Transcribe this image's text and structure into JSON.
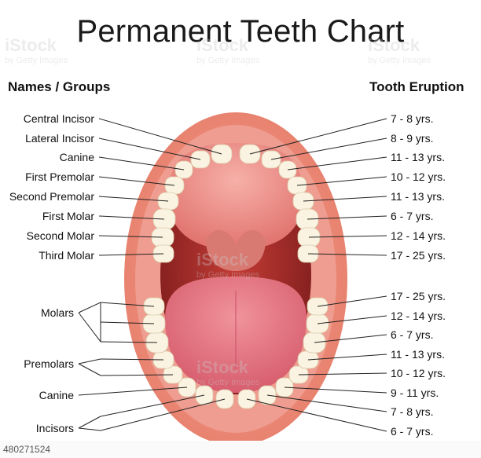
{
  "title": "Permanent Teeth Chart",
  "left_header": "Names / Groups",
  "right_header": "Tooth Eruption",
  "upper_names": [
    "Central Incisor",
    "Lateral Incisor",
    "Canine",
    "First Premolar",
    "Second Premolar",
    "First Molar",
    "Second Molar",
    "Third Molar"
  ],
  "lower_groups": [
    "Molars",
    "Premolars",
    "Canine",
    "Incisors"
  ],
  "upper_eruption": [
    "7 - 8  yrs.",
    "8 - 9  yrs.",
    "11 - 13  yrs.",
    "10 - 12  yrs.",
    "11 - 13  yrs.",
    "6 - 7  yrs.",
    "12 - 14  yrs.",
    "17 - 25  yrs."
  ],
  "lower_eruption": [
    "17 - 25  yrs.",
    "12 - 14  yrs.",
    "6 - 7  yrs.",
    "11 - 13  yrs.",
    "10 - 12  yrs.",
    "9 - 11  yrs.",
    "7 - 8  yrs.",
    "6 - 7  yrs."
  ],
  "watermark": {
    "brand": "iStock",
    "credit": "by Getty Images"
  },
  "stock_id": "480271524",
  "colors": {
    "lips": "#e8826f",
    "lips_dark": "#c8584a",
    "mouth_inside": "#a9312d",
    "palate": "#e98f88",
    "tongue": "#e4727a",
    "teeth": "#fbf3e1",
    "leader": "#222222"
  }
}
